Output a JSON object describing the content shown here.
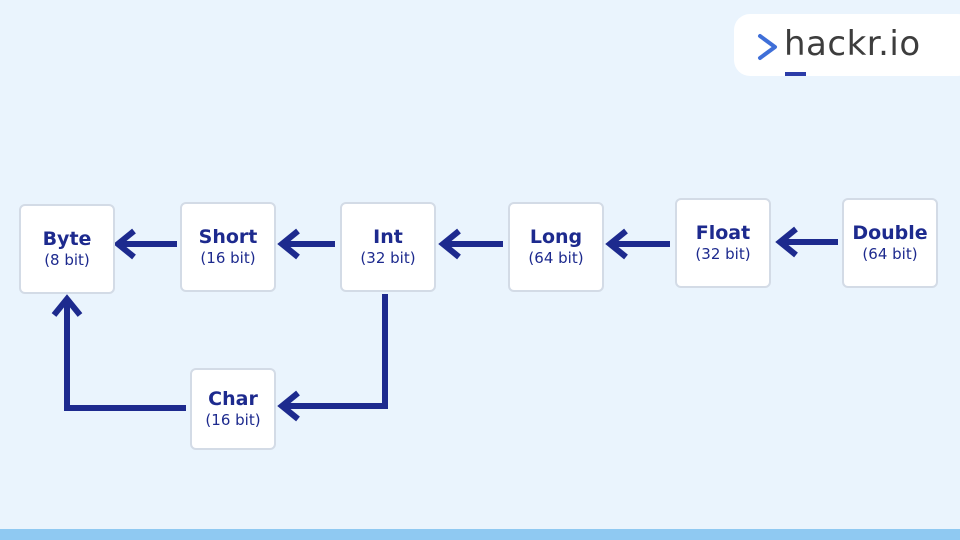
{
  "brand": {
    "logo_text": "hackr.io",
    "chevron_color": "#3F6FD8",
    "underline_color": "#2C3CA8"
  },
  "colors": {
    "background": "#EAF4FD",
    "node_text": "#1D2A8E",
    "node_border": "#D3DBE6",
    "arrow": "#1D2A8E",
    "bottom_bar": "#8FC9F2"
  },
  "nodes": {
    "byte": {
      "name": "Byte",
      "bits": "(8 bit)"
    },
    "short": {
      "name": "Short",
      "bits": "(16 bit)"
    },
    "int": {
      "name": "Int",
      "bits": "(32 bit)"
    },
    "long": {
      "name": "Long",
      "bits": "(64 bit)"
    },
    "float": {
      "name": "Float",
      "bits": "(32 bit)"
    },
    "double": {
      "name": "Double",
      "bits": "(64 bit)"
    },
    "char": {
      "name": "Char",
      "bits": "(16 bit)"
    }
  },
  "edges": [
    {
      "from": "double",
      "to": "float"
    },
    {
      "from": "float",
      "to": "long"
    },
    {
      "from": "long",
      "to": "int"
    },
    {
      "from": "int",
      "to": "short"
    },
    {
      "from": "short",
      "to": "byte"
    },
    {
      "from": "int",
      "to": "char"
    },
    {
      "from": "char",
      "to": "byte"
    }
  ]
}
